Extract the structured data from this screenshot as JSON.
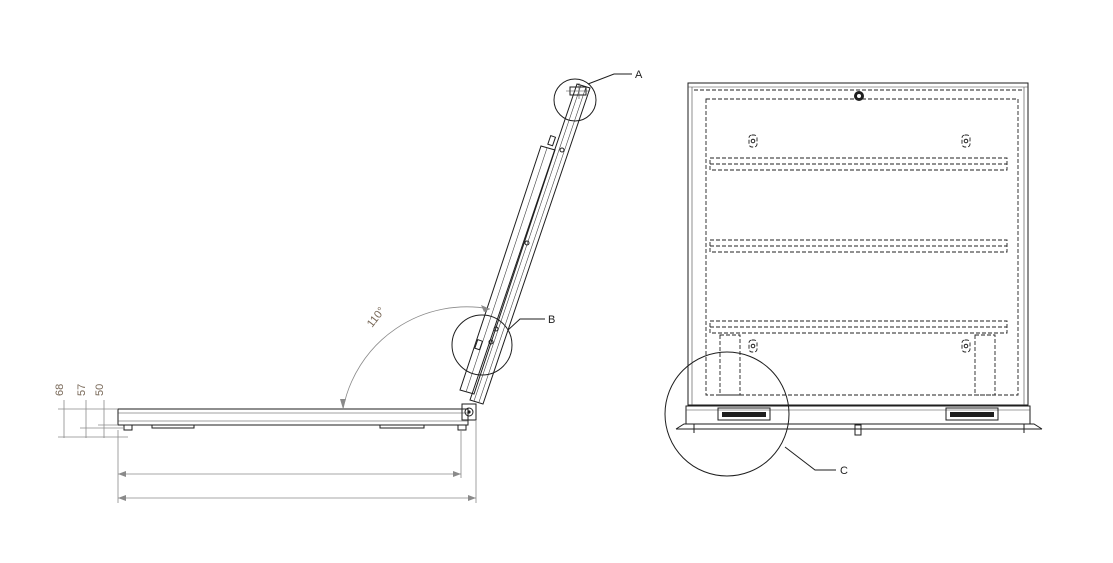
{
  "drawing": {
    "dimensions": {
      "height_68": "68",
      "height_57": "57",
      "height_50": "50",
      "opening_angle": "110°"
    },
    "detail_callouts": {
      "a": "A",
      "b": "B",
      "c": "C"
    },
    "colors": {
      "line": "#1e1e1e",
      "dimension_text": "#7a6a5a",
      "dimension_line": "#8a8a8a"
    }
  }
}
